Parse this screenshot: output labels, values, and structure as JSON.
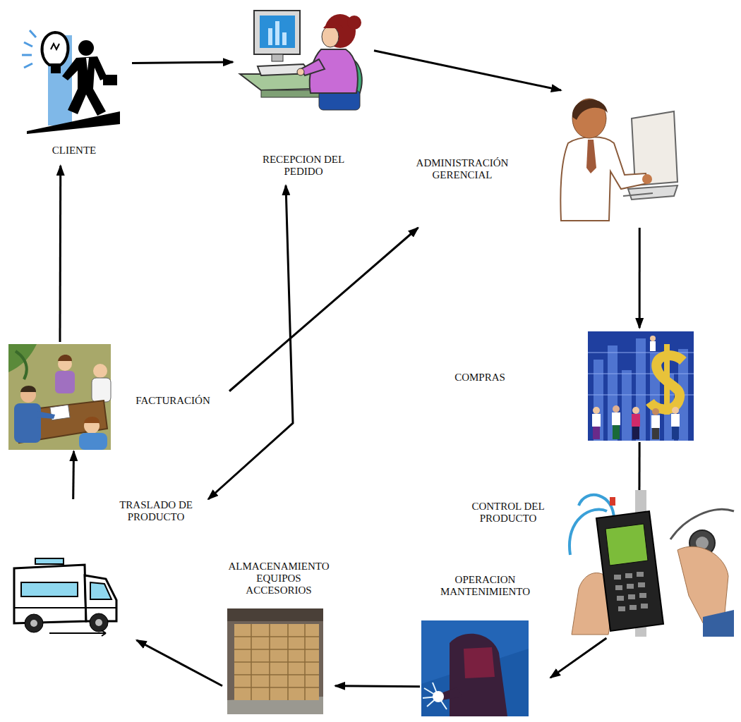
{
  "diagram": {
    "nodes": [
      {
        "text": [
          "CLIENTE"
        ]
      },
      {
        "text": [
          "RECEPCION DEL PEDIDO"
        ]
      },
      {
        "text": [
          "ADMINISTRACIÓN GERENCIAL"
        ]
      },
      {
        "text": [
          "COMPRAS"
        ]
      },
      {
        "text": [
          "CONTROL DEL PRODUCTO"
        ]
      },
      {
        "text": [
          "OPERACION MANTENIMIENTO"
        ]
      },
      {
        "text": [
          "ALMACENAMIENTO EQUIPOS ACCESORIOS"
        ]
      },
      {
        "text": [
          "TRASLADO DE PRODUCTO"
        ]
      },
      {
        "text": [
          "FACTURACIÓN"
        ]
      }
    ],
    "edges": [
      {
        "from": 0,
        "to": 1,
        "arrow": "to"
      },
      {
        "from": 1,
        "to": 2,
        "arrow": "to"
      },
      {
        "from": 2,
        "to": 3,
        "arrow": "to"
      },
      {
        "from": 3,
        "to": 4,
        "arrow": "none"
      },
      {
        "from": 4,
        "to": 5,
        "arrow": "to"
      },
      {
        "from": 5,
        "to": 6,
        "arrow": "to"
      },
      {
        "from": 6,
        "to": 7,
        "arrow": "to"
      },
      {
        "from": 7,
        "to": 8,
        "arrow": "to"
      },
      {
        "from": 8,
        "to": 0,
        "arrow": "to"
      },
      {
        "from": 8,
        "to": 2,
        "arrow": "to"
      },
      {
        "from": 1,
        "to": 7,
        "arrow": "both"
      }
    ]
  }
}
